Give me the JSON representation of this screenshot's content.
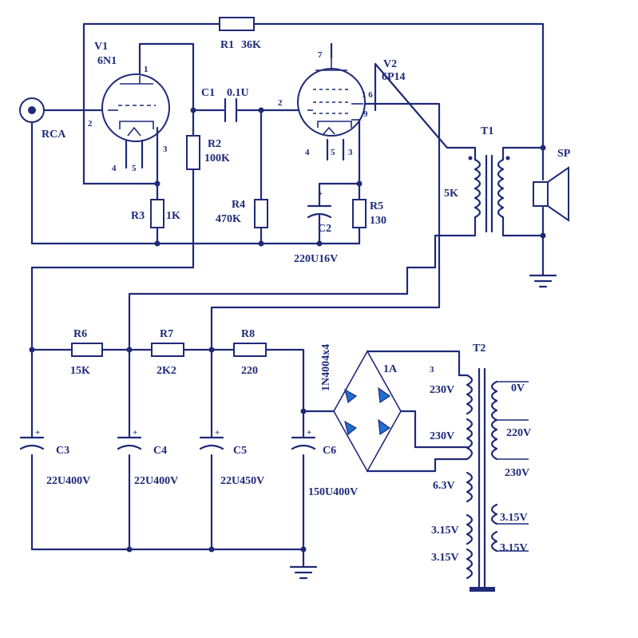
{
  "connector": {
    "label": "RCA"
  },
  "tube_v1": {
    "ref": "V1",
    "type": "6N1",
    "pins": {
      "p1": "1",
      "p2": "2",
      "p3": "3",
      "p4": "4",
      "p5": "5"
    }
  },
  "tube_v2": {
    "ref": "V2",
    "type": "6P14",
    "pins": {
      "p7": "7",
      "p2": "2",
      "p16": "1 6",
      "p9": "9",
      "p4": "4",
      "p5": "5",
      "p3": "3"
    }
  },
  "r1": {
    "ref": "R1",
    "value": "36K"
  },
  "r2": {
    "ref": "R2",
    "value": "100K"
  },
  "r3": {
    "ref": "R3",
    "value": "1K"
  },
  "r4": {
    "ref": "R4",
    "value": "470K"
  },
  "r5": {
    "ref": "R5",
    "value": "130"
  },
  "r6": {
    "ref": "R6",
    "value": "15K"
  },
  "r7": {
    "ref": "R7",
    "value": "2K2"
  },
  "r8": {
    "ref": "R8",
    "value": "220"
  },
  "c1": {
    "ref": "C1",
    "value": "0.1U"
  },
  "c2": {
    "ref": "C2",
    "value": "220U16V"
  },
  "c3": {
    "ref": "C3",
    "value": "22U400V"
  },
  "c4": {
    "ref": "C4",
    "value": "22U400V"
  },
  "c5": {
    "ref": "C5",
    "value": "22U450V"
  },
  "c6": {
    "ref": "C6",
    "value": "150U400V"
  },
  "t1": {
    "ref": "T1",
    "primary": "5K"
  },
  "speaker": {
    "ref": "SP"
  },
  "rectifier": {
    "diodes": "1N4004x4",
    "fuse": "1A"
  },
  "t2": {
    "ref": "T2",
    "pin3": "3",
    "primary": [
      "230V",
      "230V"
    ],
    "secondary_left": [
      "6.3V",
      "3.15V",
      "3.15V"
    ],
    "secondary_right": [
      "0V",
      "220V",
      "230V",
      "3.15V",
      "3.15V"
    ]
  }
}
